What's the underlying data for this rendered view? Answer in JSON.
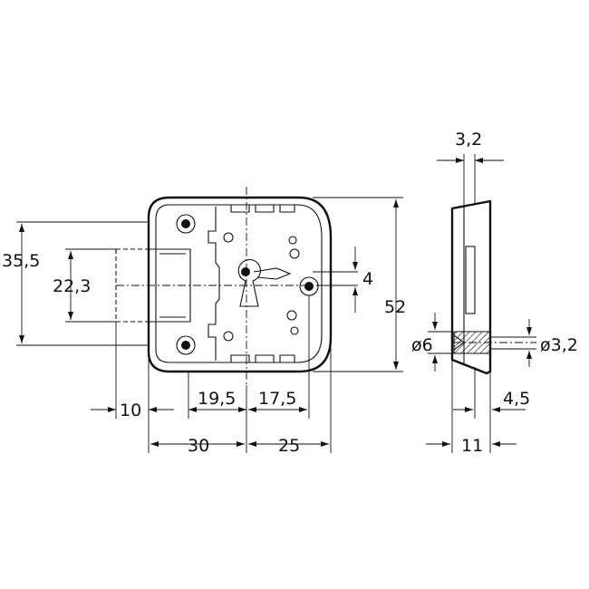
{
  "drawing": {
    "dimensions": {
      "top_thickness": "3,2",
      "overall_height": "35,5",
      "bolt_height": "22,3",
      "keyhole_offset": "4",
      "body_height": "52",
      "hole_large": "ø6",
      "hole_small": "ø3,2",
      "bolt_projection": "10",
      "left_to_keyhole": "19,5",
      "keyhole_to_hole": "17,5",
      "width_left": "30",
      "width_right": "25",
      "side_offset": "4,5",
      "side_depth": "11"
    }
  }
}
